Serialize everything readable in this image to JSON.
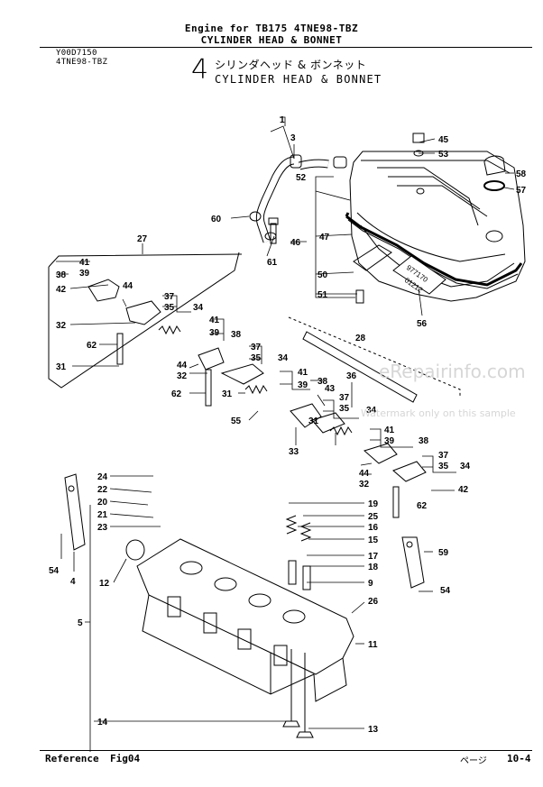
{
  "header": {
    "line1": "Engine for TB175    4TNE98-TBZ",
    "line2": "CYLINDER HEAD & BONNET"
  },
  "meta": {
    "code": "Y00D7150",
    "model": "4TNE98-TBZ"
  },
  "section": {
    "number": "4",
    "title_jp": "シリンダヘッド  &  ボンネット",
    "title_en": "CYLINDER HEAD & BONNET"
  },
  "decal_text": [
    "977170",
    "01212"
  ],
  "watermark": {
    "line1": "eRepairinfo.com",
    "line2": "Watermark only on this sample"
  },
  "footer": {
    "reference": "Reference",
    "fig": "Fig04",
    "page_label": "ページ",
    "page": "10-4"
  },
  "callouts": [
    "1",
    "3",
    "45",
    "53",
    "58",
    "57",
    "52",
    "60",
    "46",
    "47",
    "61",
    "27",
    "41",
    "39",
    "38",
    "44",
    "42",
    "37",
    "35",
    "34",
    "32",
    "62",
    "31",
    "50",
    "51",
    "56",
    "28",
    "43",
    "33",
    "55",
    "36",
    "24",
    "22",
    "20",
    "21",
    "23",
    "54",
    "4",
    "12",
    "19",
    "25",
    "16",
    "15",
    "17",
    "18",
    "59",
    "9",
    "26",
    "5",
    "11",
    "14",
    "13"
  ]
}
